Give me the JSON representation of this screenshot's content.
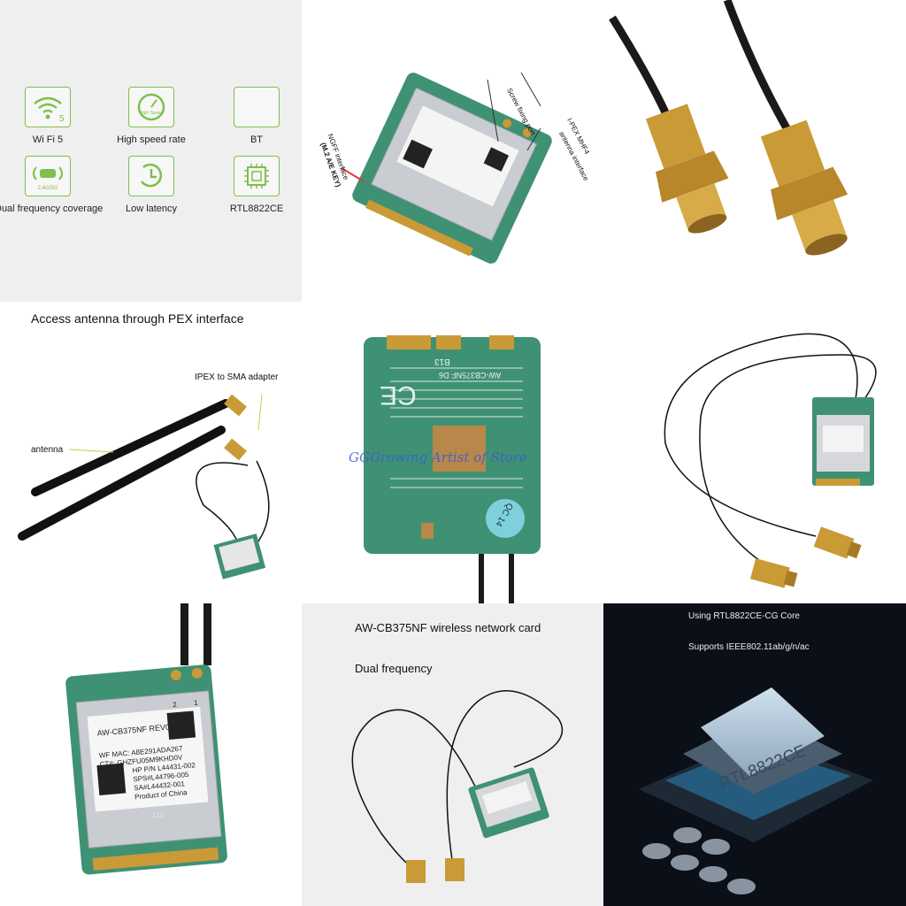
{
  "features": [
    {
      "icon": "wifi5-icon",
      "label": "Wi Fi 5"
    },
    {
      "icon": "speed-gauge-icon",
      "label": "High speed rate",
      "inner": "High Speed"
    },
    {
      "icon": "bluetooth-icon",
      "label": "BT"
    },
    {
      "icon": "dual-band-icon",
      "label": "Dual frequency coverage",
      "inner": "2.4G/5G"
    },
    {
      "icon": "latency-clock-icon",
      "label": "Low latency"
    },
    {
      "icon": "chip-icon",
      "label": "RTL8822CE"
    }
  ],
  "card_annotations": {
    "screw": "Screw fixing port",
    "ipex": "I-PEX MHF4",
    "antenna_if": "antenna interface",
    "ngff": "NGFF interface",
    "mkey": "(M.2 A/E KEY)"
  },
  "label_main": {
    "model": "AW-CB375NF  REV05",
    "mac": "WF MAC: A8E291ADA267",
    "ct": "CT#: GHZFU05M9KHD0V",
    "hp": "HP P/N L44431-002",
    "sps": "SPS#L44796-005",
    "sa": "SA#L44432-001",
    "origin": "Product of China",
    "port1": "1",
    "port2": "2",
    "key": "113"
  },
  "pex": {
    "title": "Access antenna through PEX interface",
    "adapter": "IPEX to SMA adapter",
    "antenna": "antenna"
  },
  "back": {
    "top": "B13",
    "model": "AW-CB375NF  D6",
    "watermark": "GGGrowing Artist of Store",
    "qc": "QC 14",
    "ce": "CE"
  },
  "network": {
    "title": "AW-CB375NF wireless network card",
    "sub": "Dual frequency"
  },
  "core": {
    "line1": "Using RTL8822CE-CG Core",
    "line2": "Supports IEEE802.11ab/g/n/ac",
    "chip": "RTL8822CE"
  },
  "colors": {
    "accent_green": "#7fbf4a",
    "pcb": "#3f9173",
    "gold": "#c99a36",
    "shield": "#c9ccd0",
    "glow": "#37b8ff"
  }
}
